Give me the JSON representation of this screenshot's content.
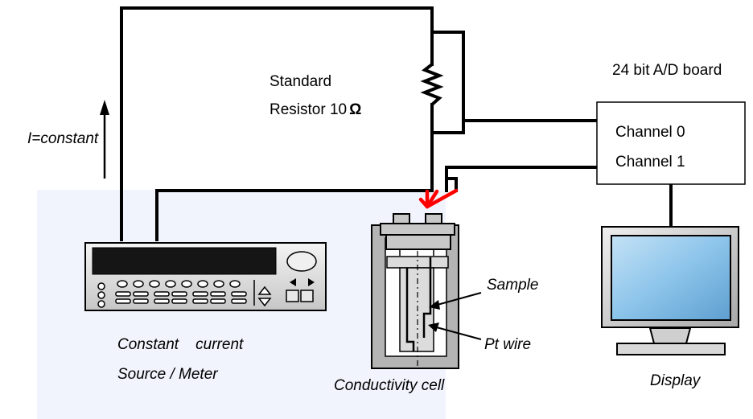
{
  "labels": {
    "standard_resistor_line1": "Standard",
    "standard_resistor_line2": "Resistor 10",
    "omega": "Ω",
    "ad_board": "24 bit A/D board",
    "channel0": "Channel 0",
    "channel1": "Channel 1",
    "current": "I=constant",
    "sample": "Sample",
    "pt_wire": "Pt wire",
    "source_line1": "Constant    current",
    "source_line2": "Source / Meter",
    "cell": "Conductivity cell",
    "display": "Display"
  },
  "colors": {
    "wire": "#000000",
    "probe": "#ff0000",
    "shaded_region": "#f2f4fd",
    "cell_body": "#b4b4b4",
    "cell_cap": "#c8c8c8",
    "monitor_screen": "#8cc4ea",
    "monitor_frame": "#d2d2d2",
    "instrument_body": "#e0e0e0",
    "instrument_display": "#151515"
  },
  "icons": [
    "resistor-icon",
    "arrow-up-icon",
    "source-meter-icon",
    "conductivity-cell-icon",
    "monitor-icon",
    "probe-icon"
  ]
}
